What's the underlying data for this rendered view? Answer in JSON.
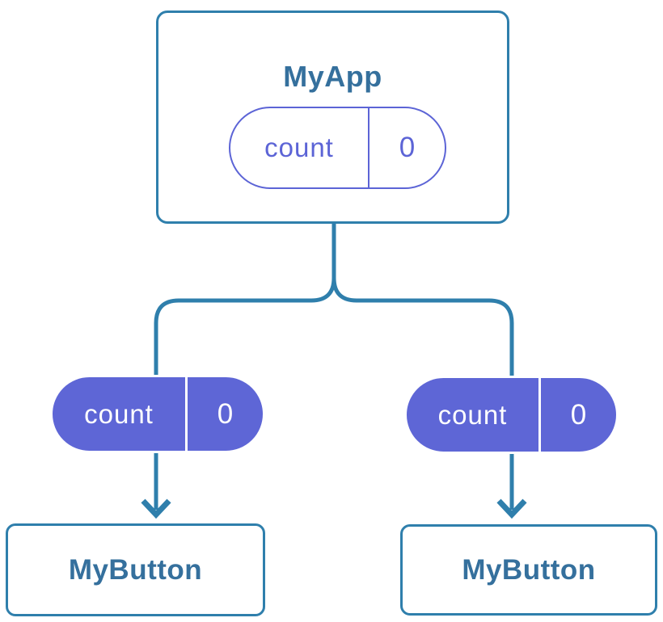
{
  "colors": {
    "line_blue": "#2F7FAC",
    "card_border_blue": "#2F7FAC",
    "title_text_blue": "#35709D",
    "purple_stroke": "#5C64D6",
    "purple_fill": "#5E66D6",
    "card_background": "#ffffff",
    "solid_pill_text": "#ffffff"
  },
  "root": {
    "title": "MyApp",
    "prop": {
      "name": "count",
      "value": "0"
    }
  },
  "children": [
    {
      "title": "MyButton",
      "prop": {
        "name": "count",
        "value": "0"
      }
    },
    {
      "title": "MyButton",
      "prop": {
        "name": "count",
        "value": "0"
      }
    }
  ]
}
